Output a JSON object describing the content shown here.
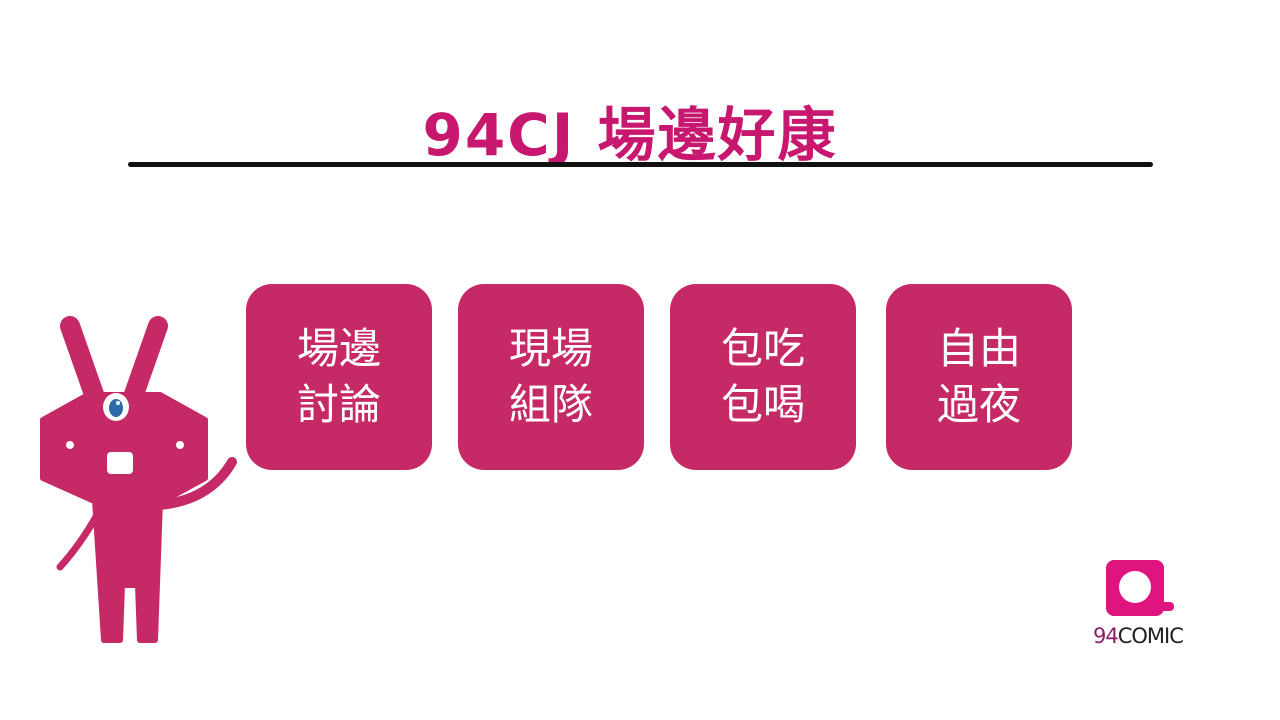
{
  "title": "94CJ 場邊好康",
  "cards": [
    {
      "line1": "場邊",
      "line2": "討論"
    },
    {
      "line1": "現場",
      "line2": "組隊"
    },
    {
      "line1": "包吃",
      "line2": "包喝"
    },
    {
      "line1": "自由",
      "line2": "過夜"
    }
  ],
  "logo": {
    "number": "94",
    "word": "COMIC"
  },
  "colors": {
    "accent": "#C8176E",
    "card": "#C62A66",
    "logo": "#E0147F",
    "eye": "#2F6BA8"
  }
}
